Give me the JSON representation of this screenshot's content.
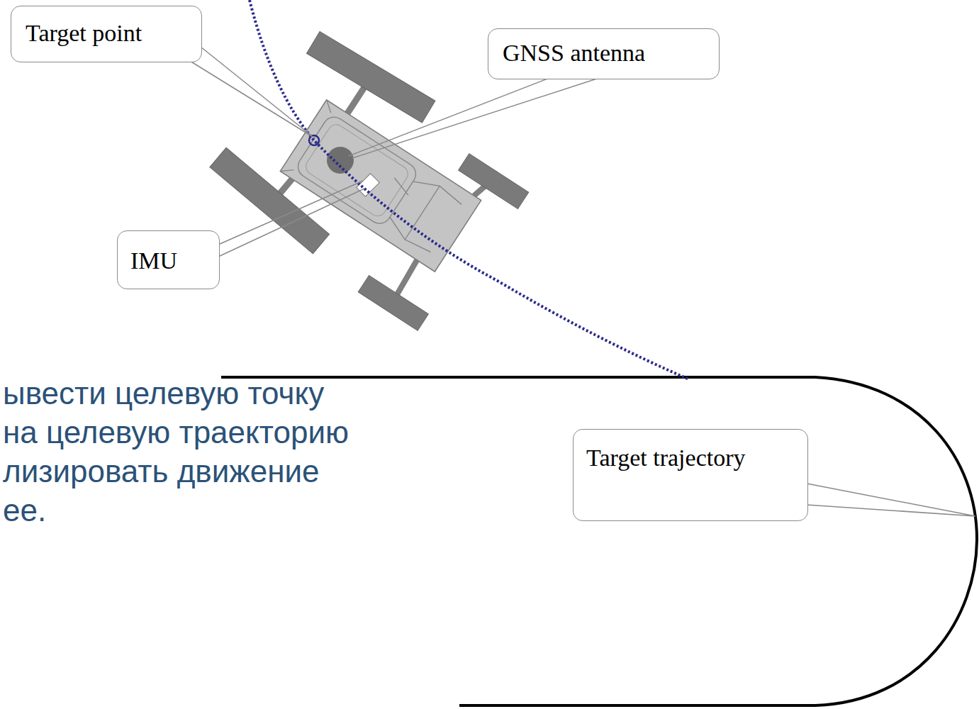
{
  "diagram": {
    "nodes": [
      {
        "text": [
          "Target point"
        ]
      },
      {
        "text": [
          "GNSS antenna"
        ]
      },
      {
        "text": [
          "IMU"
        ]
      },
      {
        "text": [
          "Target trajectory"
        ]
      }
    ],
    "labels": [
      "ывести целевую точку на целевую траекторию лизировать движение ее."
    ]
  }
}
